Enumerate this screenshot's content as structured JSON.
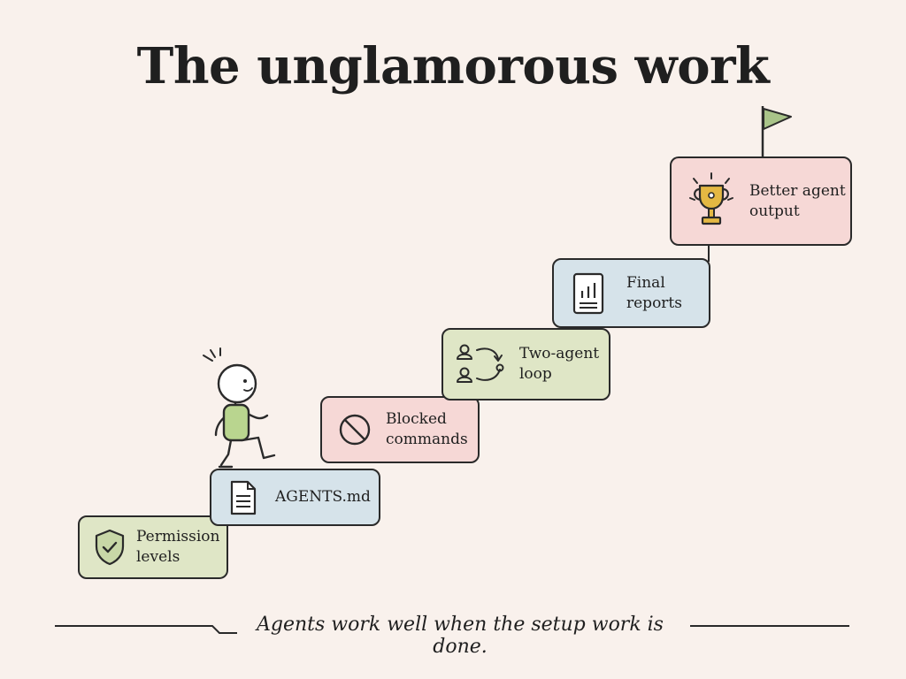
{
  "title": "The unglamorous work",
  "steps": [
    {
      "label": "Permission\nlevels",
      "icon": "shield-check-icon",
      "color": "green"
    },
    {
      "label": "AGENTS.md",
      "icon": "document-icon",
      "color": "blue"
    },
    {
      "label": "Blocked\ncommands",
      "icon": "blocked-icon",
      "color": "pink"
    },
    {
      "label": "Two-agent\nloop",
      "icon": "two-agent-loop-icon",
      "color": "green"
    },
    {
      "label": "Final\nreports",
      "icon": "report-chart-icon",
      "color": "blue"
    },
    {
      "label": "Better agent\noutput",
      "icon": "trophy-icon",
      "color": "pink"
    }
  ],
  "tagline": "Agents work well when the setup work is done.",
  "colors": {
    "background": "#f9f1ec",
    "green": "#dfe6c6",
    "blue": "#d6e3ea",
    "pink": "#f6d8d6",
    "flag": "#a9c489",
    "trophy": "#e4b843",
    "figure_body": "#b9d58f"
  }
}
